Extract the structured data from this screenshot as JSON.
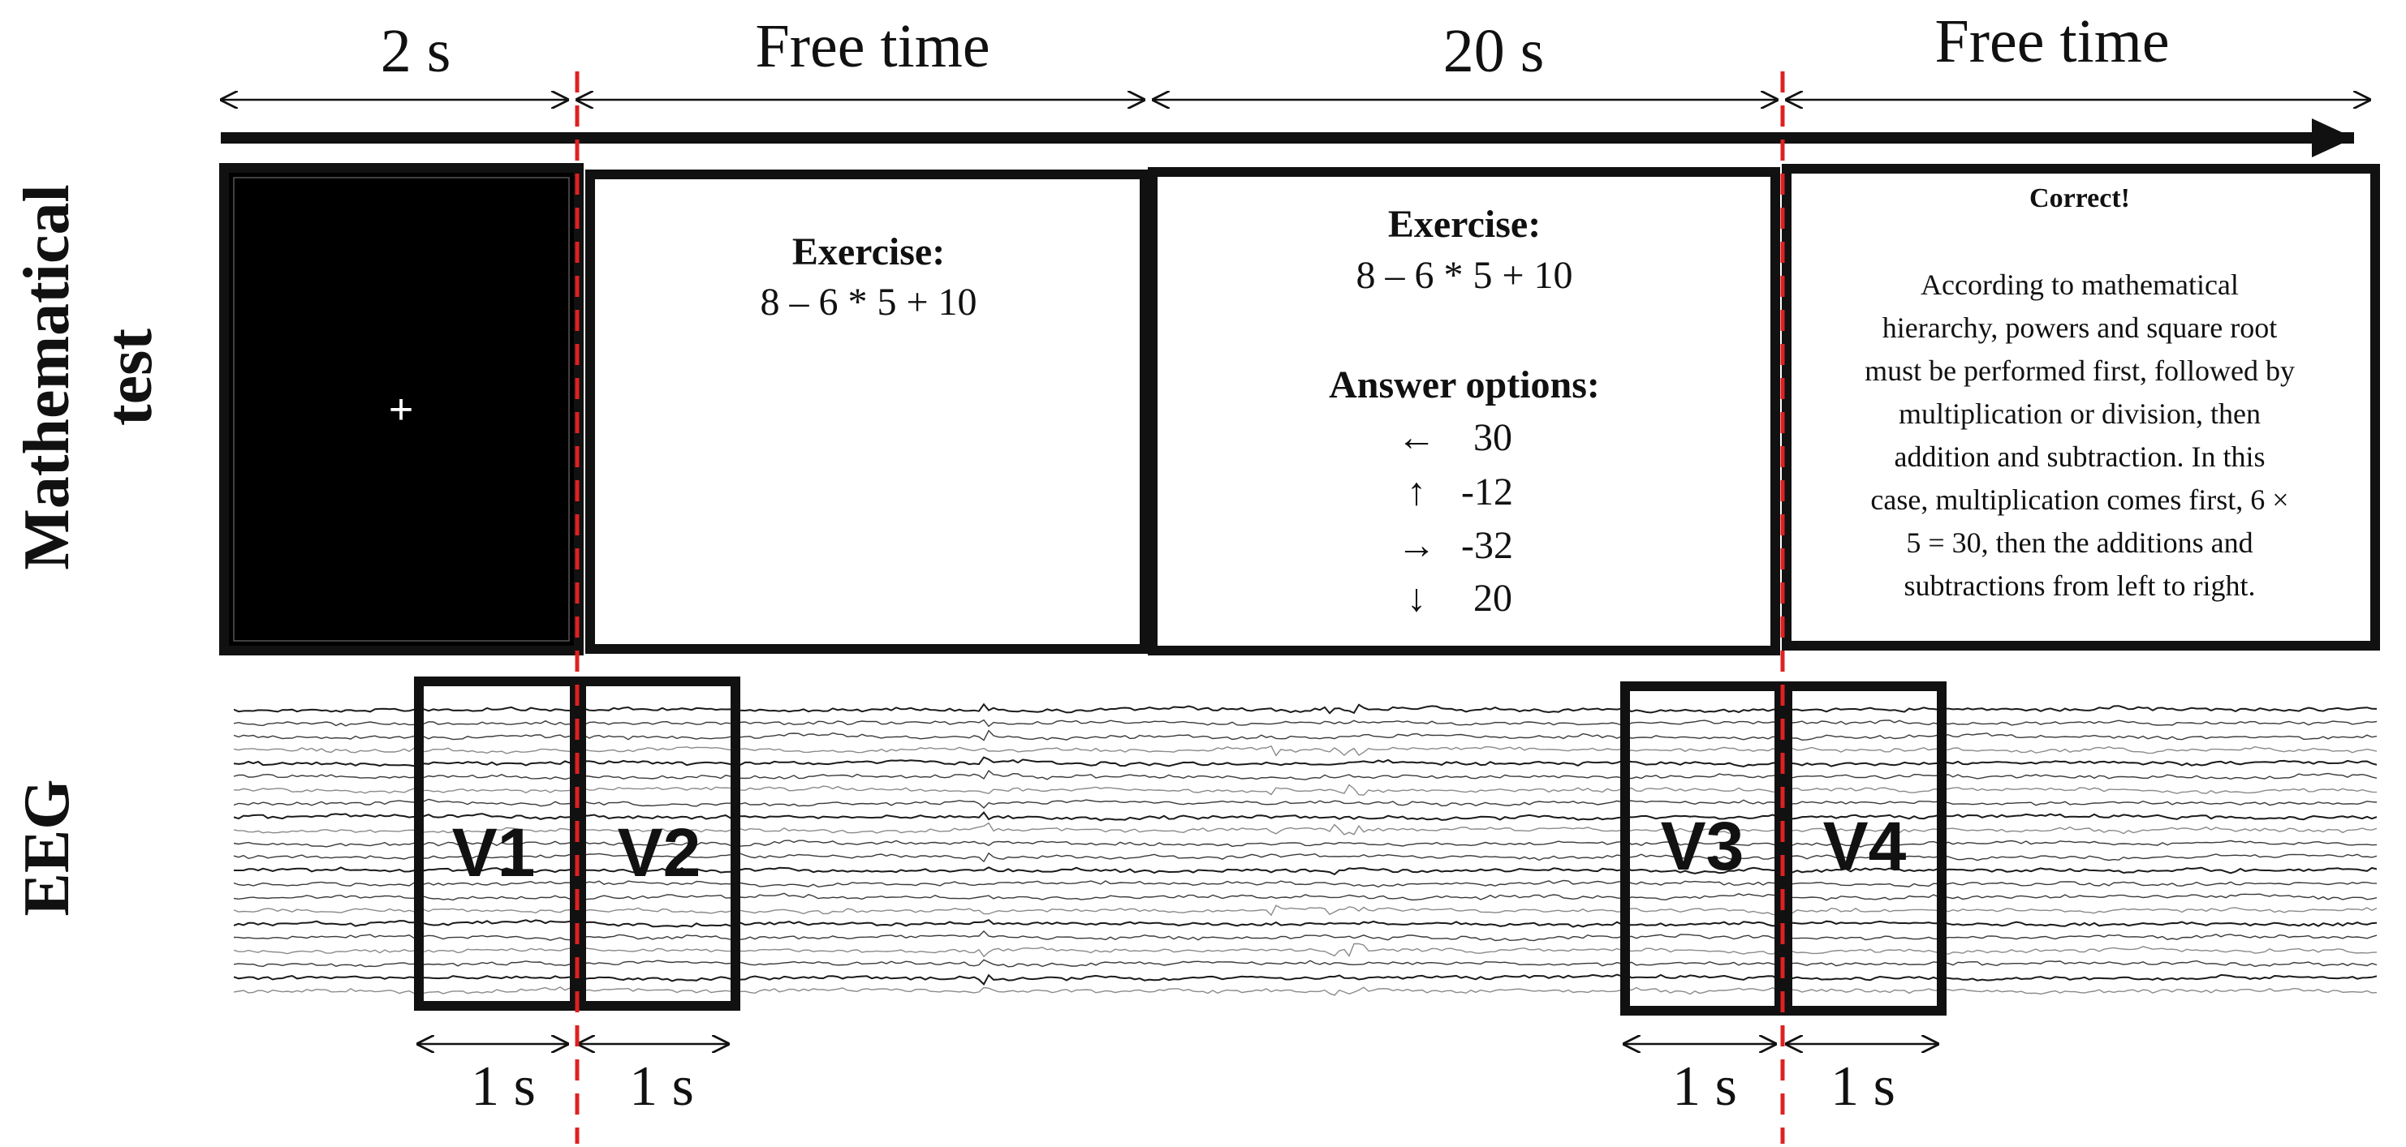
{
  "timeline": {
    "phase_1": "2 s",
    "phase_2": "Free time",
    "phase_3": "20 s",
    "phase_4": "Free time"
  },
  "row_labels": {
    "math_line1": "Mathematical",
    "math_line2": "test",
    "eeg": "EEG"
  },
  "screen_fixation": {
    "symbol": "+"
  },
  "screen_exercise": {
    "heading": "Exercise:",
    "expression": "8 – 6 * 5 + 10"
  },
  "screen_answer": {
    "heading": "Exercise:",
    "expression": "8 – 6 * 5 + 10",
    "options_heading": "Answer options:",
    "options": [
      {
        "arrow": "←",
        "value": "30"
      },
      {
        "arrow": "↑",
        "value": "-12"
      },
      {
        "arrow": "→",
        "value": "-32"
      },
      {
        "arrow": "↓",
        "value": "20"
      }
    ]
  },
  "screen_feedback": {
    "title": "Correct!",
    "lines": [
      "According to mathematical",
      "hierarchy, powers and square root",
      "must be performed first, followed by",
      "multiplication or division, then",
      "addition and subtraction. In this",
      "case, multiplication comes first, 6 ×",
      "5 = 30, then the additions and",
      "subtractions from left to right."
    ]
  },
  "windows": {
    "v1": "V1",
    "v2": "V2",
    "v3": "V3",
    "v4": "V4"
  },
  "window_durations": {
    "d1": "1 s",
    "d2": "1 s",
    "d3": "1 s",
    "d4": "1 s"
  },
  "colors": {
    "marker": "#e02020",
    "frame": "#111111",
    "eeg_trace": "#3a3a3a"
  }
}
